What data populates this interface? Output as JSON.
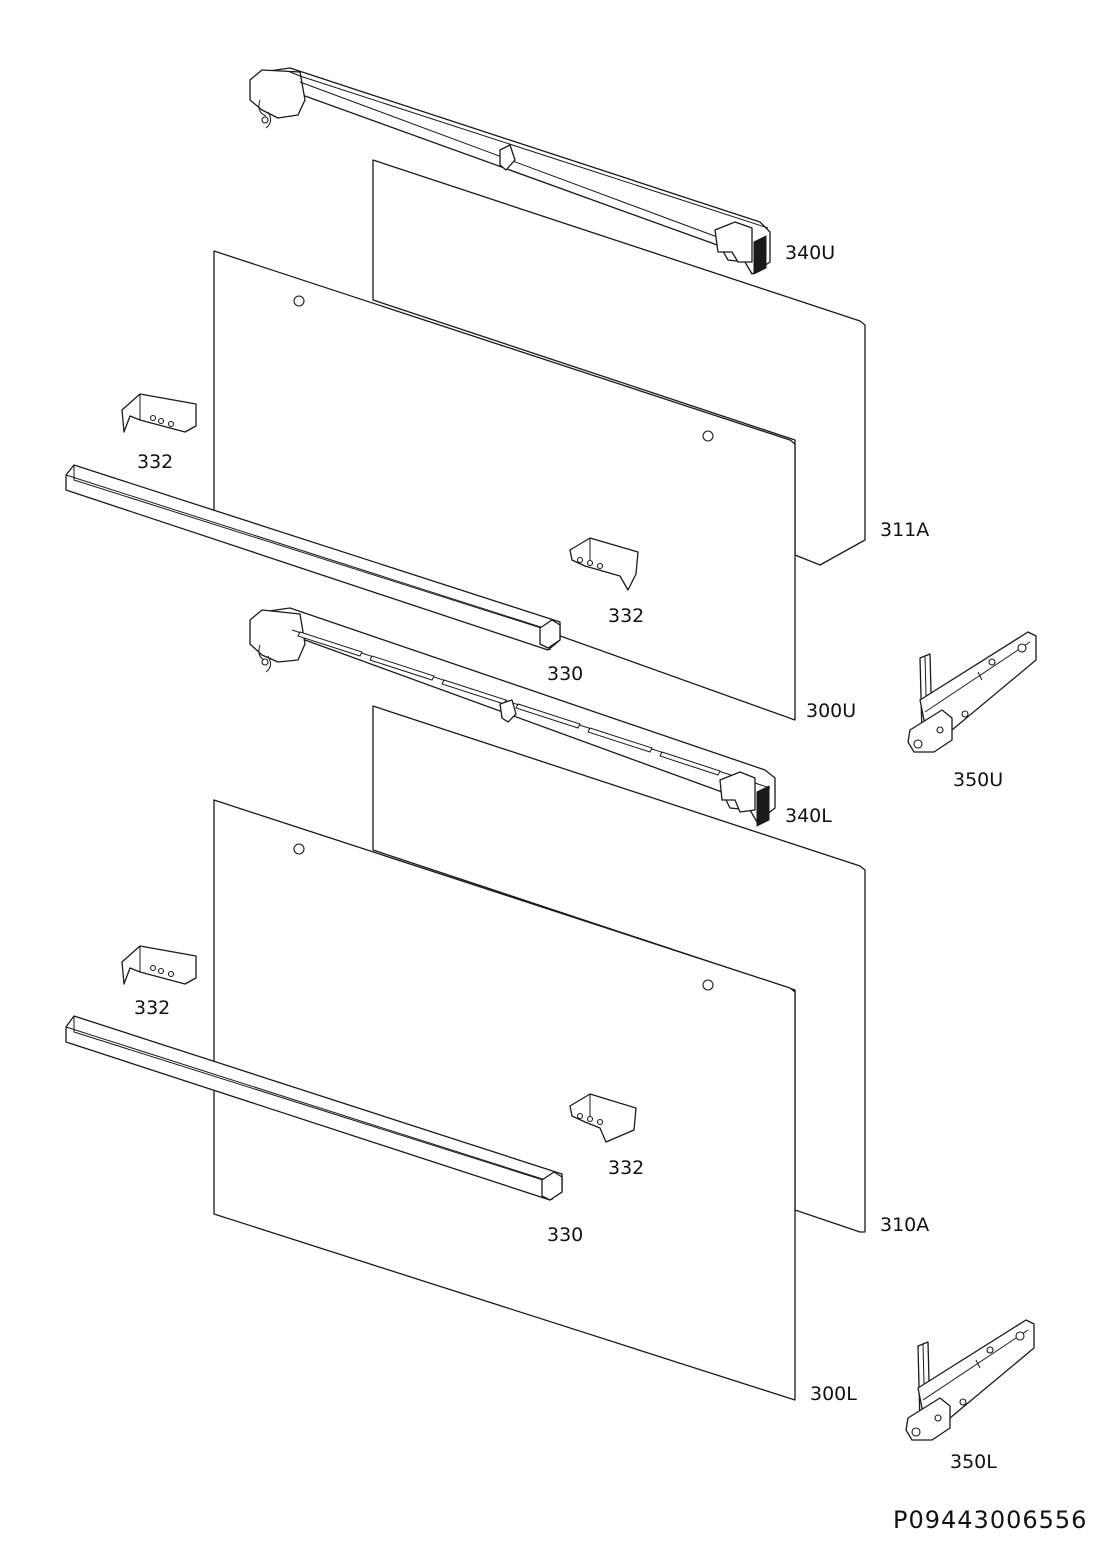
{
  "labels": {
    "upper_frame": "340U",
    "upper_inner_glass": "311A",
    "upper_outer_glass": "300U",
    "lower_frame": "340L",
    "lower_inner_glass": "310A",
    "lower_outer_glass": "300L",
    "upper_handle": "330",
    "lower_handle": "330",
    "upper_left_bracket": "332",
    "upper_right_bracket": "332",
    "lower_left_bracket": "332",
    "lower_right_bracket": "332",
    "upper_hinge": "350U",
    "lower_hinge": "350L"
  },
  "drawing_code": "P09443006556"
}
